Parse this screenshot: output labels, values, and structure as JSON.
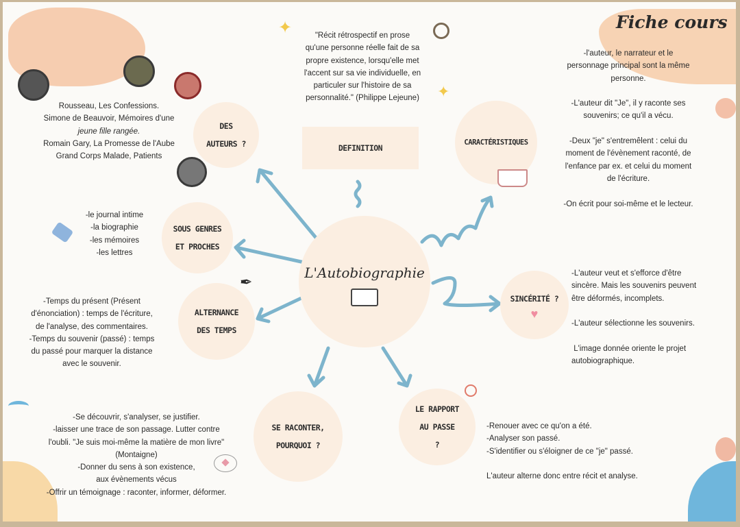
{
  "header": {
    "title": "Fiche cours"
  },
  "center": {
    "title": "L'Autobiographie"
  },
  "definition": {
    "label": "DEFINITION",
    "quote_lines": [
      "\"Récit rétrospectif en prose",
      "qu'une personne réelle fait de sa",
      "propre existence, lorsqu'elle met",
      "l'accent sur sa vie individuelle, en",
      "particuler sur l'histoire de sa",
      "personnalité.\" (Philippe Lejeune)"
    ]
  },
  "auteurs": {
    "label_lines": [
      "DES",
      "AUTEURS ?"
    ],
    "lines": [
      "Rousseau, Les Confessions.",
      "Simone de Beauvoir, Mémoires d'une",
      "jeune fille rangée.",
      "Romain Gary, La Promesse de l'Aube",
      "Grand Corps Malade, Patients"
    ]
  },
  "caracteristiques": {
    "label": "CARACTÉRISTIQUES",
    "paragraphs": [
      [
        "-l'auteur, le narrateur et le",
        "personnage principal sont la même",
        "personne."
      ],
      [
        "-L'auteur dit \"Je\", il y raconte ses",
        "souvenirs; ce qu'il a vécu."
      ],
      [
        "-Deux \"je\" s'entremêlent : celui du",
        "moment de l'évènement raconté, de",
        "l'enfance par ex. et celui du moment",
        "de l'écriture."
      ],
      [
        "-On écrit pour soi-même et le lecteur."
      ]
    ]
  },
  "sous_genres": {
    "label_lines": [
      "SOUS GENRES",
      "ET PROCHES"
    ],
    "items": [
      "-le journal intime",
      "-la biographie",
      "-les mémoires",
      "-les lettres"
    ]
  },
  "alternance": {
    "label_lines": [
      "ALTERNANCE",
      "DES TEMPS"
    ],
    "lines": [
      "-Temps du présent (Présent",
      "d'énonciation)  : temps de l'écriture,",
      "de l'analyse, des commentaires.",
      "-Temps du souvenir (passé) : temps",
      "du passé pour marquer la distance",
      "avec le souvenir."
    ]
  },
  "sincerite": {
    "label": "SINCÉRITÉ ?",
    "paragraphs": [
      [
        "-L'auteur veut et s'efforce d'être",
        "sincère. Mais les souvenirs peuvent",
        "être déformés, incomplets."
      ],
      [
        "-L'auteur sélectionne les souvenirs."
      ],
      [
        " L'image donnée oriente le projet",
        "autobiographique."
      ]
    ]
  },
  "raconter": {
    "label_lines": [
      "SE RACONTER,",
      "POURQUOI ?"
    ],
    "lines": [
      "-Se découvrir, s'analyser, se justifier.",
      "-laisser une trace de son passage. Lutter contre",
      "l'oubli. \"Je suis moi-même la matière de mon livre\"",
      "(Montaigne)",
      "-Donner du sens à son existence,",
      "aux évènements vécus",
      "-Offrir un témoignage : raconter, informer, déformer."
    ]
  },
  "rapport": {
    "label_lines": [
      "LE RAPPORT",
      "AU PASSE",
      "?"
    ],
    "lines": [
      "-Renouer avec ce qu'on a été.",
      "-Analyser son passé.",
      "-S'identifier ou s'éloigner de ce \"je\" passé."
    ],
    "conclusion": "L'auteur alterne donc entre récit et analyse."
  },
  "colors": {
    "bubble": "#fbeee1",
    "arrow": "#7db4cc",
    "accent_peach": "#f6c9a6",
    "accent_blue": "#6fb6dc"
  }
}
